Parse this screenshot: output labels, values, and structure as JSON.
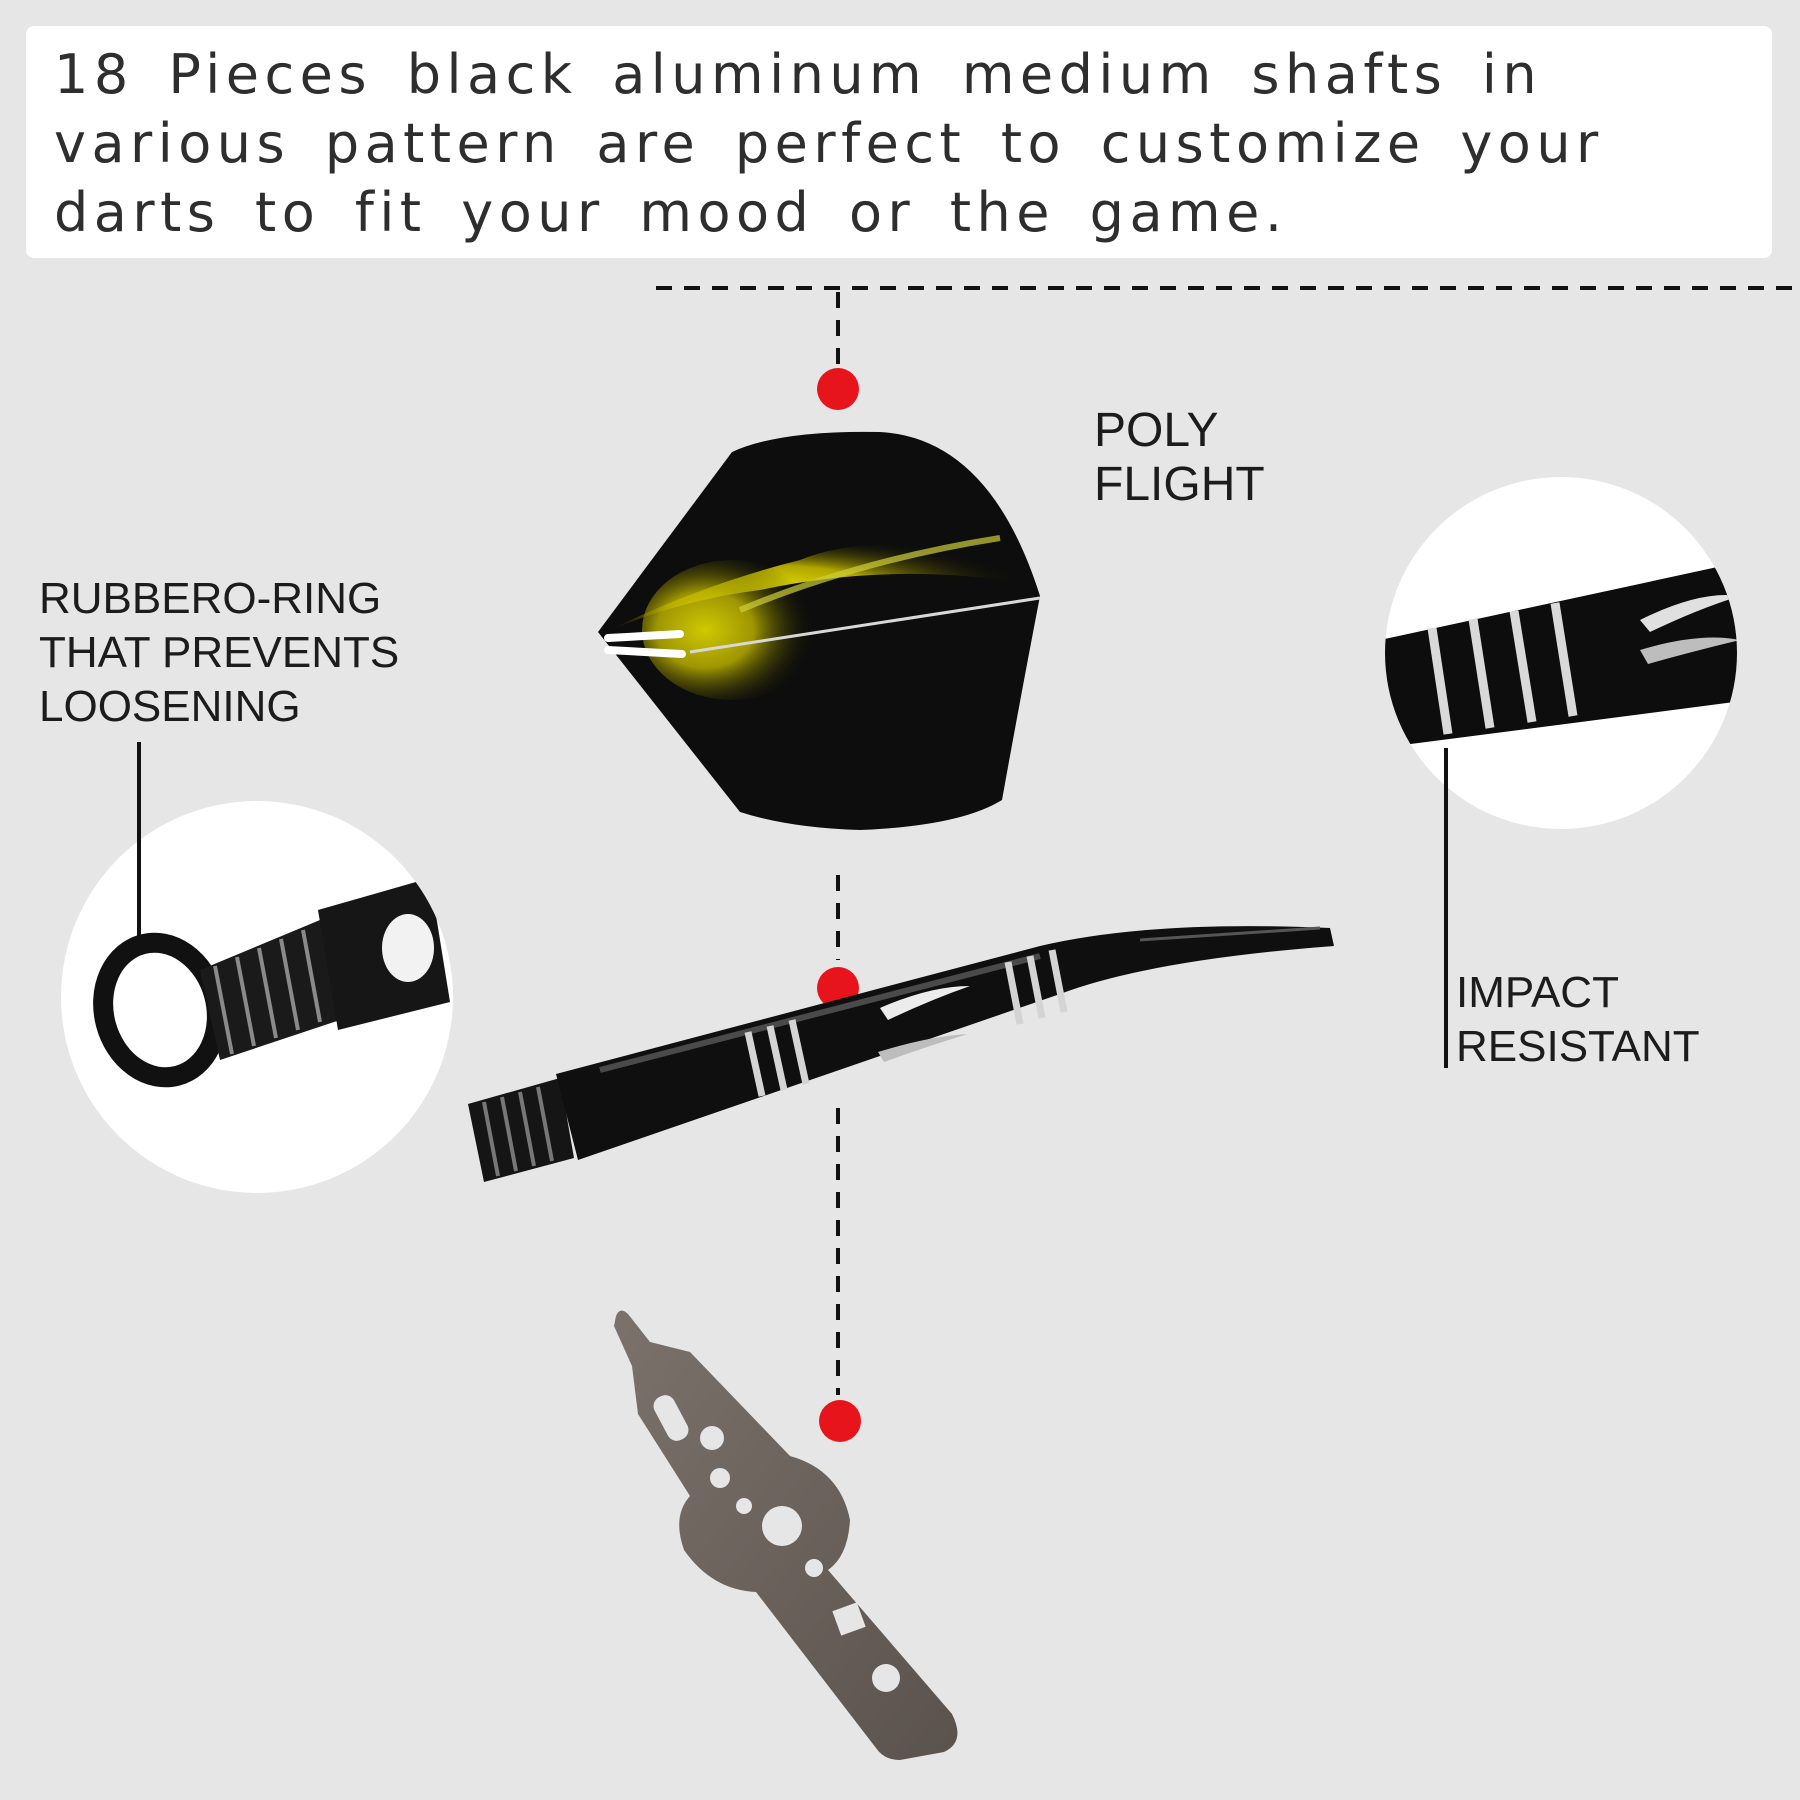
{
  "headline": {
    "text": "18 Pieces black aluminum medium shafts in various pattern are perfect to customize your darts to fit your mood or the game."
  },
  "callouts": {
    "flight": {
      "line1": "POLY",
      "line2": "FLIGHT"
    },
    "ring": {
      "line1": "RUBBERO-RING",
      "line2": "THAT PREVENTS",
      "line3": "LOOSENING"
    },
    "impact": {
      "line1": "IMPACT",
      "line2": "RESISTANT"
    }
  },
  "colors": {
    "background": "#e6e6e6",
    "marker": "#e8141b",
    "flight_accent": "#d9d000",
    "shaft": "#111111",
    "tool": "#6b625c"
  }
}
